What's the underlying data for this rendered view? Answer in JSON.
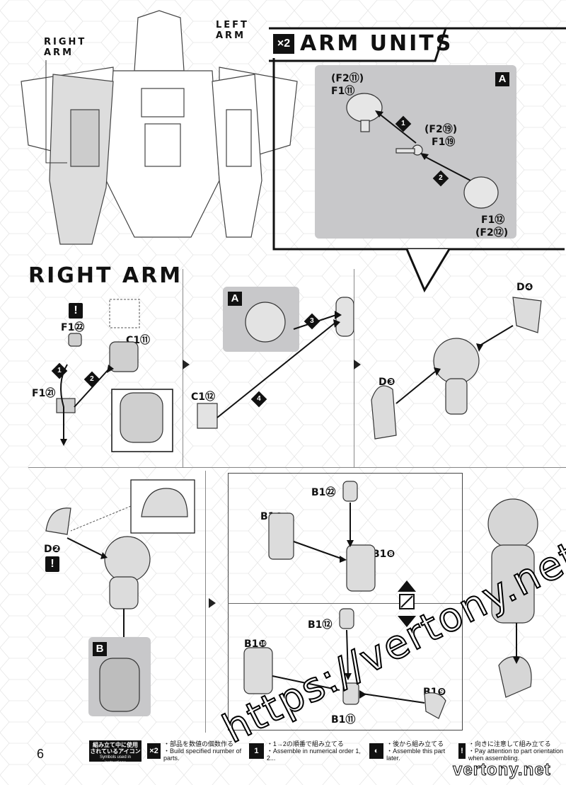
{
  "page_number": "6",
  "top_illustration": {
    "right_arm_label": "RIGHT\nARM",
    "left_arm_label": "LEFT\nARM"
  },
  "arm_units": {
    "multiplier": "×2",
    "title": "ARM UNITS",
    "panel_letter": "A",
    "labels": {
      "f2_11": "(F2⑪)",
      "f1_11": "F1⑪",
      "f2_19": "(F2⑲)",
      "f1_19": "F1⑲",
      "f1_12": "F1⑫",
      "f2_12": "(F2⑫)"
    },
    "steps": [
      "1",
      "2"
    ]
  },
  "right_arm": {
    "title": "RIGHT ARM",
    "panel1": {
      "f1_22": "F1㉒",
      "c1_11": "C1⑪",
      "f1_21": "F1㉑",
      "steps": [
        "1",
        "2"
      ]
    },
    "panel2": {
      "box_letter": "A",
      "c1_12": "C1⑫",
      "steps": [
        "3",
        "4"
      ]
    },
    "panel3": {
      "d4": "D❹",
      "d3": "D❸"
    },
    "panel4": {
      "d2": "D❷",
      "box_letter": "B"
    },
    "panel5": {
      "b1_22": "B1㉒",
      "b1_7": "B1❼",
      "b1_8": "B1❽",
      "b1_12": "B1⑫",
      "b1_10": "B1❿",
      "b1_9": "B1❾",
      "b1_11": "B1⑪"
    }
  },
  "legend": {
    "header_jp": "組み立て中に使用\nされているアイコン",
    "header_en": "Symbols used in instructions",
    "items": [
      {
        "icon": "×2",
        "jp": "・部品を数値の個数作る",
        "en": "・Build specified number of parts."
      },
      {
        "icon": "1",
        "jp": "・1→2の順番で組み立てる",
        "en": "・Assemble in numerical order 1, 2..."
      },
      {
        "icon": "◐",
        "jp": "・後から組み立てる",
        "en": "・Assemble this part later."
      },
      {
        "icon": "!",
        "jp": "・向きに注意して組み立てる",
        "en": "・Pay attention to part orientation\nwhen assembling."
      }
    ]
  },
  "watermarks": {
    "main": "https://vertony.net/",
    "corner": "vertony.net"
  },
  "colors": {
    "panel_gray": "#c8c8ca",
    "ink": "#111111"
  }
}
